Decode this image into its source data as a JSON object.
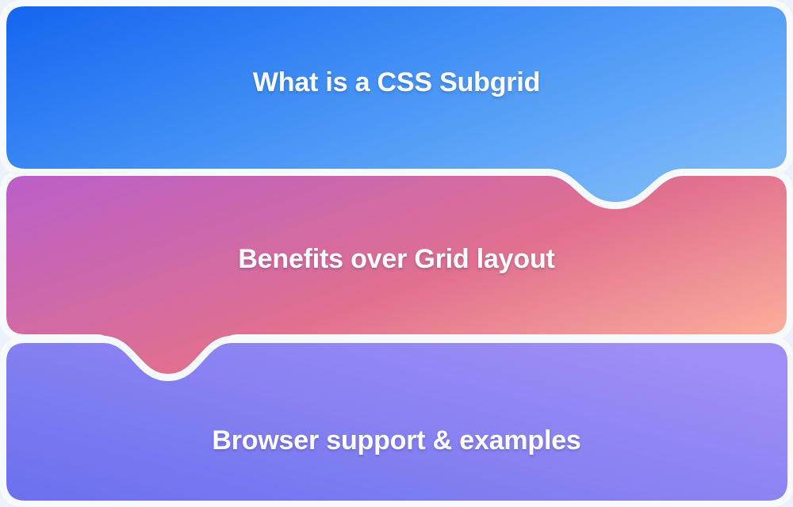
{
  "page": {
    "background": "#ecf1fa",
    "separator_color": "#f7fafd",
    "title_color": "#ffffff"
  },
  "cards": [
    {
      "title": "What is a CSS Subgrid",
      "gradient": {
        "from": "#1565f0",
        "mid": "#4996f6",
        "to": "#7ab8fa"
      }
    },
    {
      "title": "Benefits over Grid layout",
      "gradient": {
        "from": "#b95fc9",
        "mid": "#e0708f",
        "to": "#fcae9b"
      }
    },
    {
      "title": "Browser support & examples",
      "gradient": {
        "from": "#6b70ee",
        "mid": "#8580f2",
        "to": "#9f8ef5"
      }
    }
  ]
}
